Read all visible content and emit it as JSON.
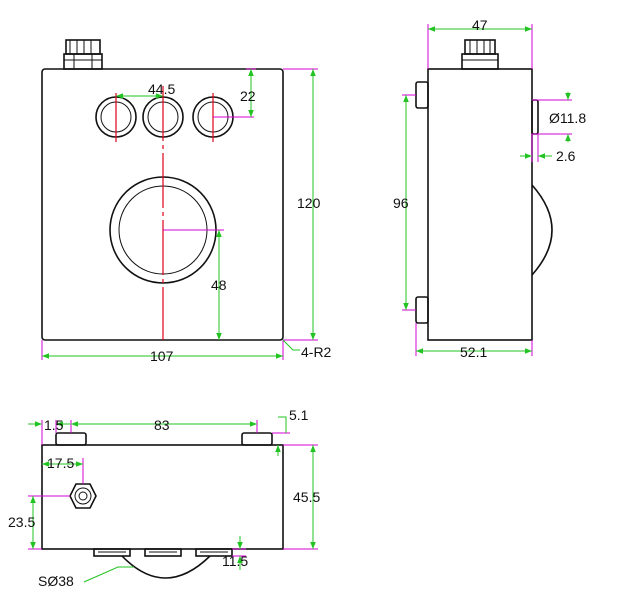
{
  "dimensions": {
    "front": {
      "button_pitch": "44.5",
      "button_offset": "22",
      "height": "120",
      "ball_offset": "48",
      "width": "107",
      "corner_radius": "4-R2"
    },
    "side": {
      "width": "47",
      "hole_diameter": "Ø11.8",
      "hole_depth": "2.6",
      "foot_pitch": "96",
      "depth": "52.1"
    },
    "bottom": {
      "edge_offset": "1.5",
      "foot_pitch": "83",
      "foot_height": "5.1",
      "gland_offset": "17.5",
      "height": "45.5",
      "gland_height": "23.5",
      "bottom_offset": "11.5",
      "ball_radius": "SØ38"
    }
  },
  "colors": {
    "outline": "#111111",
    "dimension_line": "#22c322",
    "extension_line": "#d400d4",
    "center_line": "#e0001b"
  }
}
